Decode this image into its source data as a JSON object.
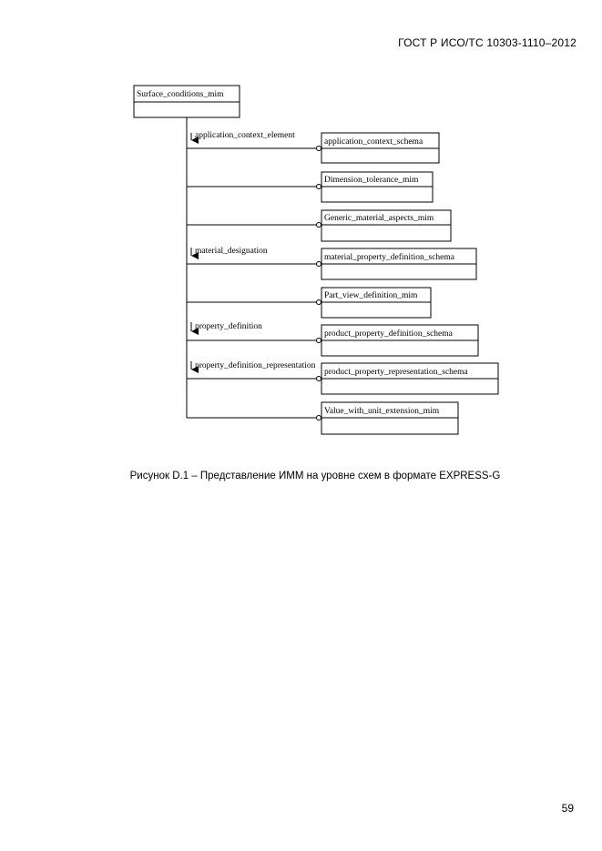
{
  "header": {
    "document_id": "ГОСТ Р ИСО/ТС 10303-1110–2012"
  },
  "diagram": {
    "root": "Surface_conditions_mim",
    "schemas": [
      {
        "name": "application_context_schema",
        "relationship": "application_context_element"
      },
      {
        "name": "Dimension_tolerance_mim",
        "relationship": ""
      },
      {
        "name": "Generic_material_aspects_mim",
        "relationship": ""
      },
      {
        "name": "material_property_definition_schema",
        "relationship": "material_designation"
      },
      {
        "name": "Part_view_definition_mim",
        "relationship": ""
      },
      {
        "name": "product_property_definition_schema",
        "relationship": "property_definition"
      },
      {
        "name": "product_property_representation_schema",
        "relationship": "property_definition_representation"
      },
      {
        "name": "Value_with_unit_extension_mim",
        "relationship": ""
      }
    ]
  },
  "caption": "Рисунок  D.1 – Представление ИММ на уровне схем в формате EXPRESS-G",
  "footer": {
    "page_number": "59"
  }
}
